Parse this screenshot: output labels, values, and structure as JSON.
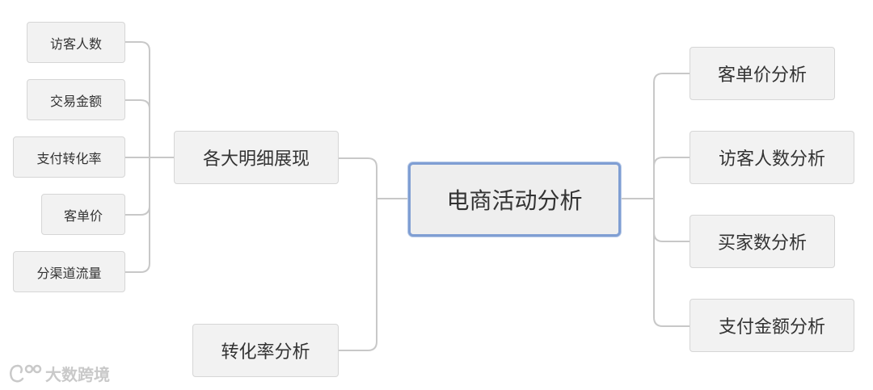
{
  "root": {
    "label": "电商活动分析"
  },
  "left_branches": [
    {
      "label": "各大明细展现",
      "children": [
        "访客人数",
        "交易金额",
        "支付转化率",
        "客单价",
        "分渠道流量"
      ]
    },
    {
      "label": "转化率分析",
      "children": []
    }
  ],
  "right_branches": [
    "客单价分析",
    "访客人数分析",
    "买家数分析",
    "支付金额分析"
  ],
  "watermark": {
    "text": "大数跨境",
    "icon": "logo-icon"
  },
  "colors": {
    "connector": "#c8c8c8",
    "node_fill": "#f2f2f2",
    "node_border": "#d6d6d6",
    "root_border": "#7f9ed3",
    "watermark": "#c9c9c9"
  }
}
